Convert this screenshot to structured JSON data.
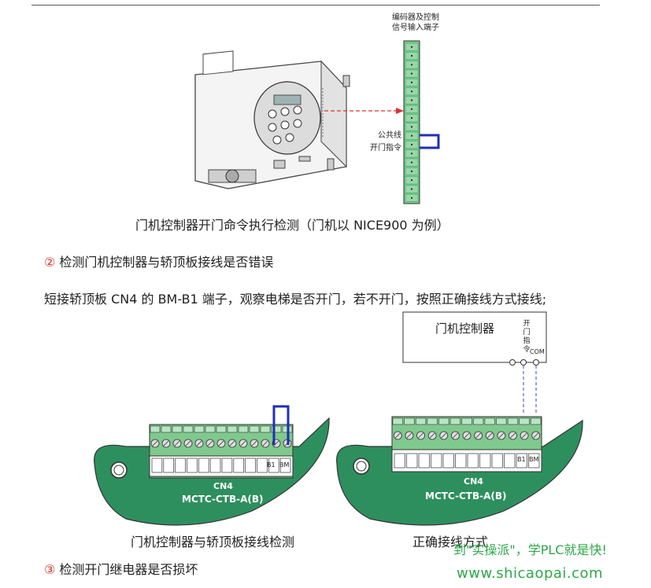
{
  "fig1": {
    "terminal_title_line1": "编码器及控制",
    "terminal_title_line2": "信号输入端子",
    "label_common": "公共线",
    "label_open_cmd": "开门指令",
    "caption": "门机控制器开门命令执行检测（门机以 NICE900 为例）"
  },
  "step2": {
    "num": "②",
    "heading": " 检测门机控制器与轿顶板接线是否错误",
    "body": "短接轿顶板 CN4 的 BM-B1 端子，观察电梯是否开门，若不开门，按照正确接线方式接线;"
  },
  "fig2": {
    "board_name": "CN4",
    "board_model": "MCTC-CTB-A(B)",
    "b1": "B1",
    "bm": "BM",
    "caption_left": "门机控制器与轿顶板接线检测",
    "caption_right": "正确接线方式",
    "controller_label": "门机控制器",
    "cmd_chars": [
      "开",
      "门",
      "指",
      "令"
    ],
    "com": "COM"
  },
  "step3": {
    "num": "③",
    "heading": " 检测开门继电器是否损坏"
  },
  "watermark": {
    "line1": "到\"实操派\"，学PLC就是快!",
    "line2": "www.shicaopai.com"
  },
  "colors": {
    "terminal_green": "#7fc98e",
    "board_green": "#2e8f5e",
    "jumper_blue": "#1f2fb5",
    "arrow_red": "#d9342b",
    "watermark_green": "#2ea84a"
  }
}
